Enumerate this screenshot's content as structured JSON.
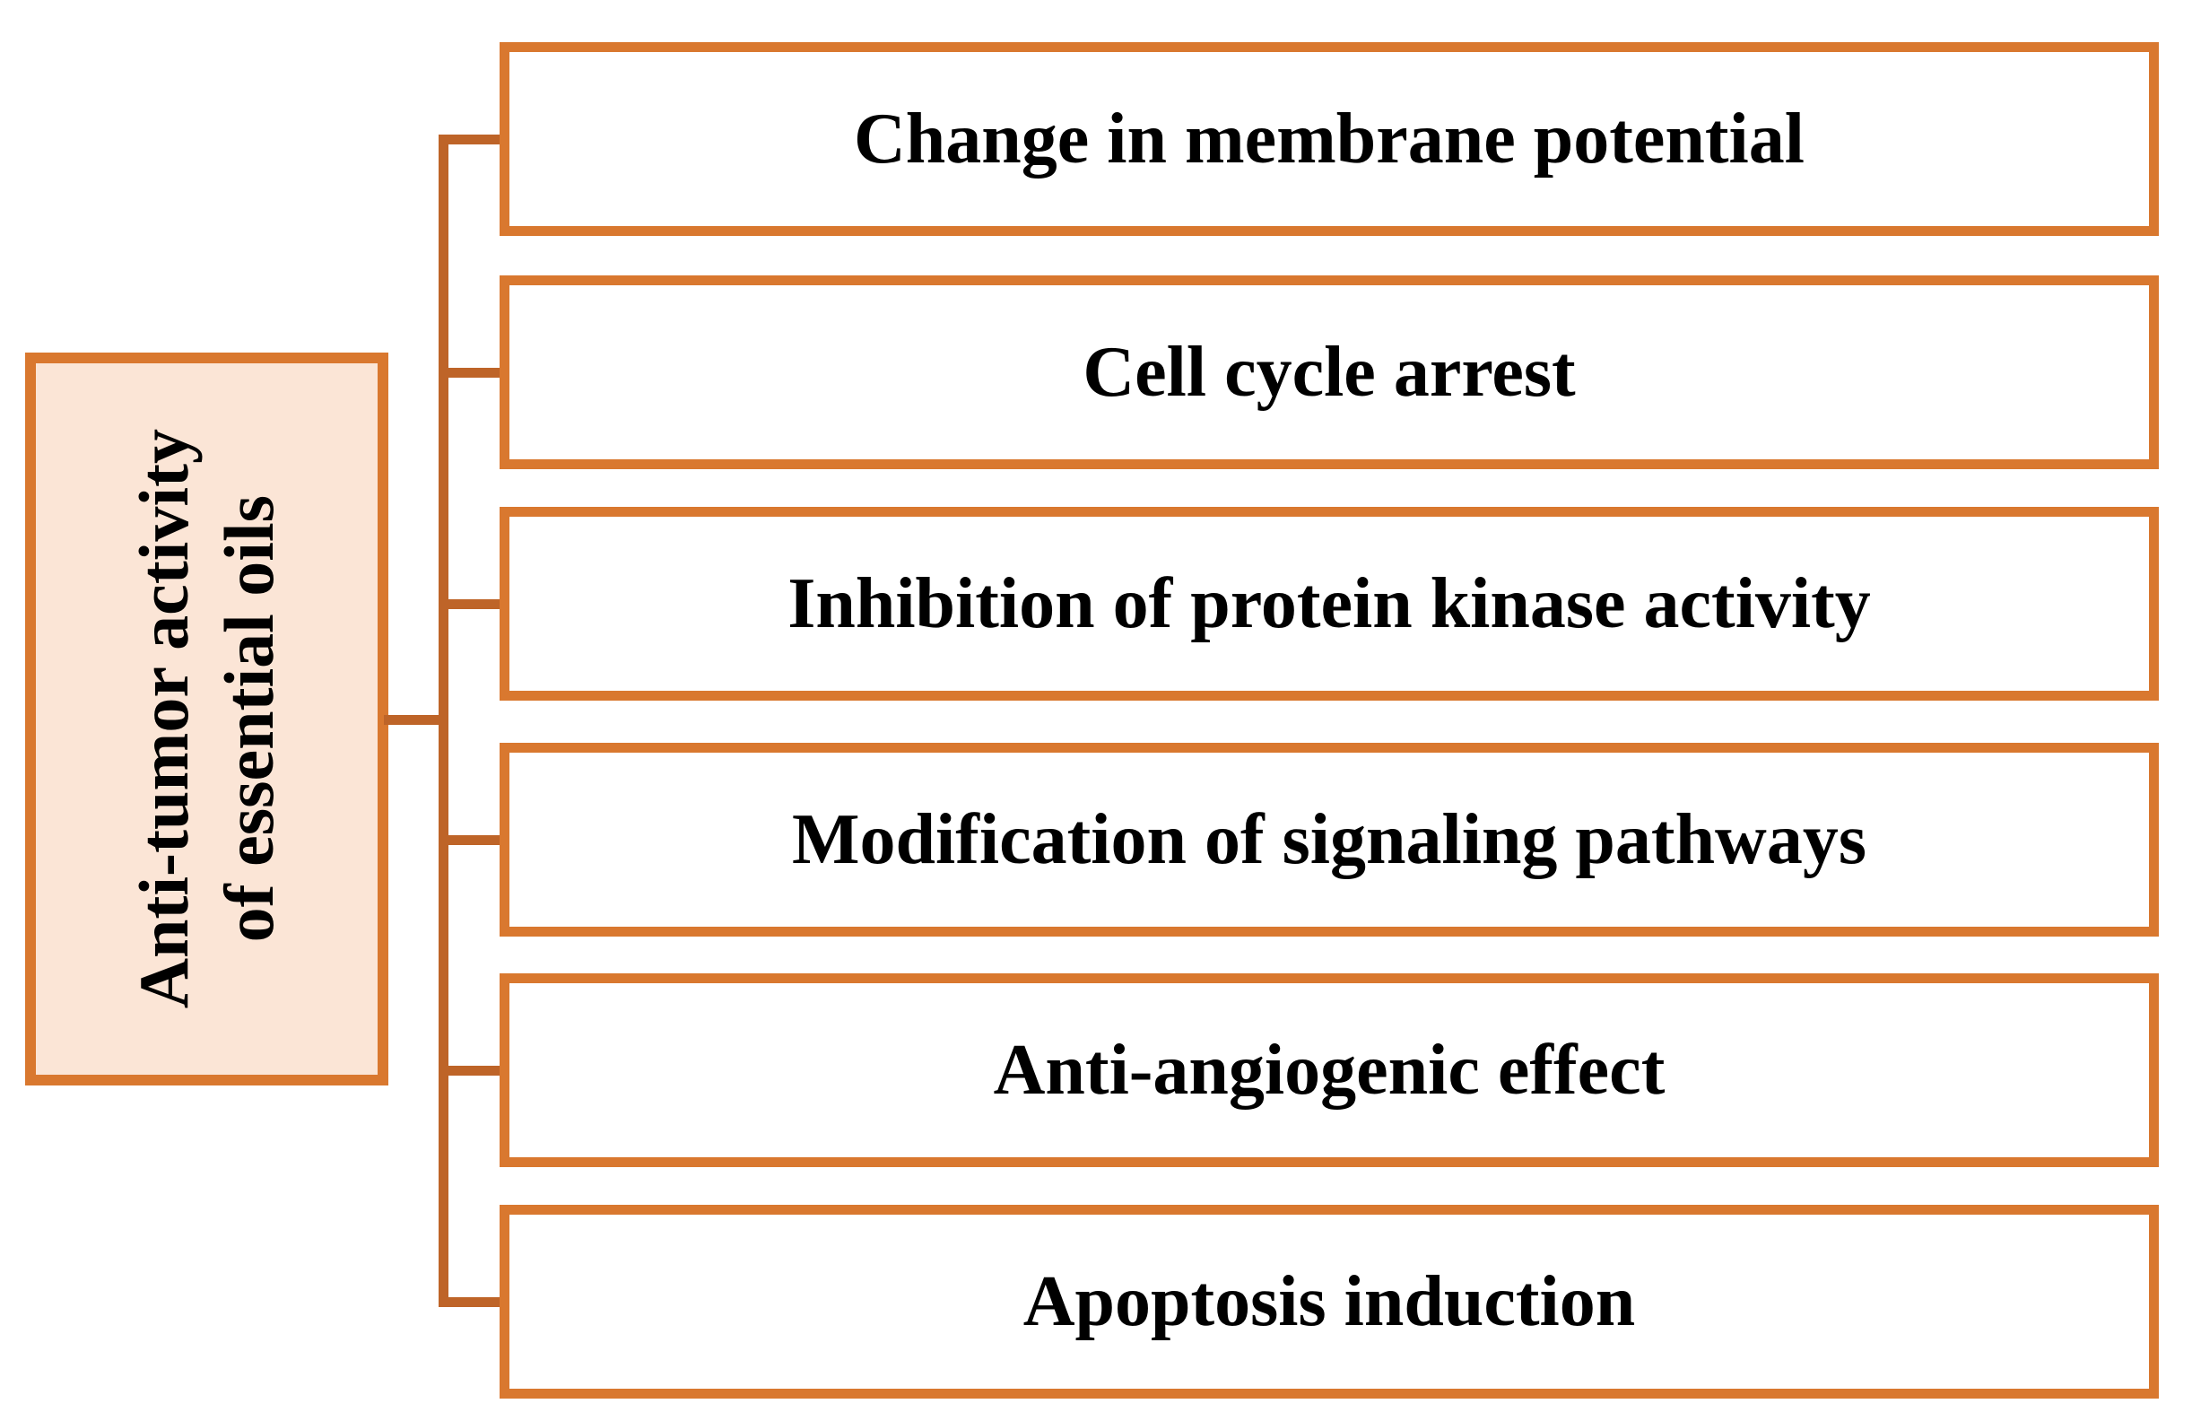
{
  "root_node": {
    "label_line1": "Anti-tumor activity",
    "label_line2": "of essential oils"
  },
  "branches": [
    {
      "label": "Change in membrane potential"
    },
    {
      "label": "Cell cycle arrest"
    },
    {
      "label": "Inhibition of protein kinase activity"
    },
    {
      "label": "Modification of signaling pathways"
    },
    {
      "label": "Anti-angiogenic effect"
    },
    {
      "label": "Apoptosis induction"
    }
  ],
  "colors": {
    "box_border": "#D9782F",
    "connector": "#BE6428",
    "root_fill": "#FBE5D6",
    "box_fill": "#FFFFFF",
    "text": "#000000"
  }
}
